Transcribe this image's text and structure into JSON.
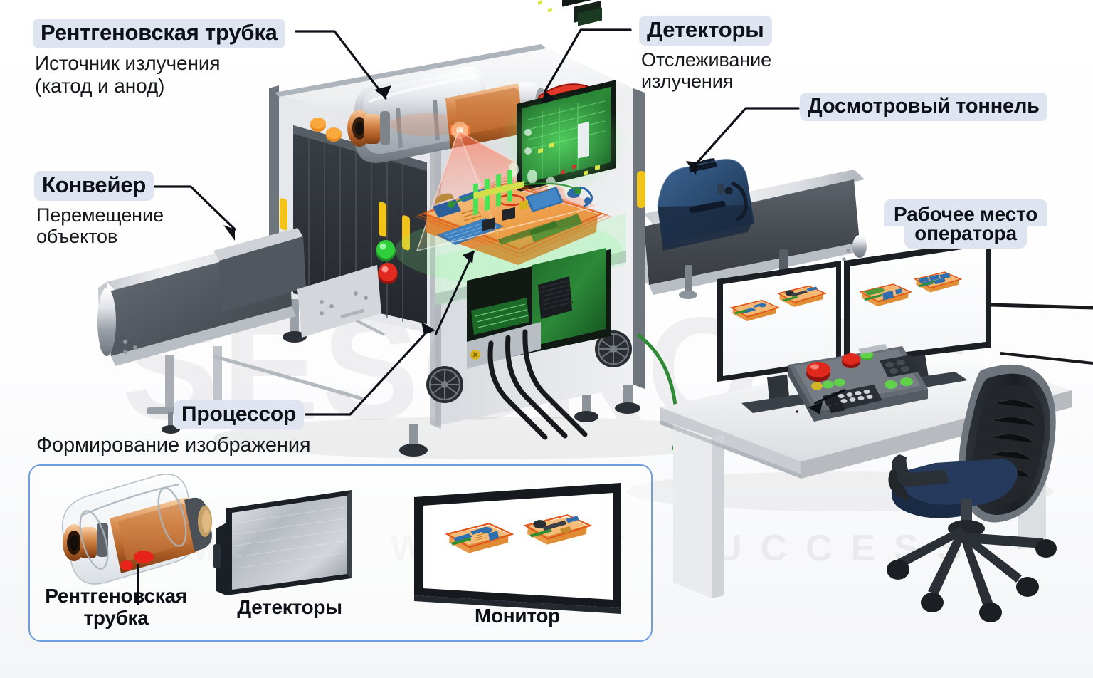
{
  "watermark": {
    "main": "SESGROUP",
    "sub": "SIMPLE WAY OF SUCCESS"
  },
  "colors": {
    "pill_bg": "#dfe4f1",
    "text": "#0d1117",
    "panel_border": "#6e9ede",
    "xray_orange": "#f0a24a",
    "xray_blue": "#2f6fae",
    "xray_green": "#3f8f3a",
    "machine_body": "#e8eaec",
    "conveyor_belt": "#4a4f55",
    "beam_red": "#e03a2a",
    "indicator_green": "#2fbf3a",
    "indicator_red": "#d6231d",
    "detector_green_pcb": "#1f7a2e",
    "suitcase_blue": "#2b4a6f",
    "chair_navy": "#253a5c"
  },
  "callouts": [
    {
      "id": "xray-tube",
      "title": "Рентгеновская трубка",
      "subtitle": "Источник излучения\n(катод и анод)"
    },
    {
      "id": "detectors",
      "title": "Детекторы",
      "subtitle": "Отслеживание\nизлучения"
    },
    {
      "id": "tunnel",
      "title": "Досмотровый тоннель",
      "subtitle": ""
    },
    {
      "id": "conveyor",
      "title": "Конвейер",
      "subtitle": "Перемещение\nобъектов"
    },
    {
      "id": "workstation",
      "title": "Рабочее место\nоператора",
      "subtitle": ""
    },
    {
      "id": "processor",
      "title": "Процессор",
      "subtitle": "Формирование изображения"
    }
  ],
  "callout_text": {
    "xray_tube_title": "Рентгеновская трубка",
    "xray_tube_sub_line1": "Источник излучения",
    "xray_tube_sub_line2": "(катод и анод)",
    "detectors_title": "Детекторы",
    "detectors_sub_line1": "Отслеживание",
    "detectors_sub_line2": "излучения",
    "tunnel_title": "Досмотровый тоннель",
    "conveyor_title": "Конвейер",
    "conveyor_sub_line1": "Перемещение",
    "conveyor_sub_line2": "объектов",
    "workstation_title_line1": "Рабочее место",
    "workstation_title_line2": "оператора",
    "processor_title": "Процессор",
    "processor_sub": "Формирование изображения"
  },
  "legend": {
    "items": [
      {
        "id": "xray-tube",
        "caption_line1": "Рентгеновская",
        "caption_line2": "трубка"
      },
      {
        "id": "detectors",
        "caption_line1": "Детекторы",
        "caption_line2": ""
      },
      {
        "id": "monitor",
        "caption_line1": "Монитор",
        "caption_line2": ""
      }
    ]
  },
  "machine": {
    "indicator_buttons": [
      "green",
      "red"
    ],
    "handles": 4,
    "scanned_bag_label": "x-ray-scanned-bag",
    "fan_count": 2
  },
  "workstation": {
    "monitor_count": 2,
    "monitor_left_images": 2,
    "monitor_right_images": 2,
    "console_label": "operator-control-console"
  }
}
